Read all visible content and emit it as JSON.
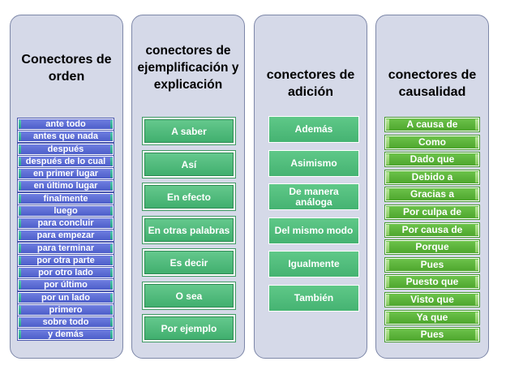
{
  "columns": [
    {
      "title": "Conectores de orden",
      "items": [
        "ante todo",
        "antes que nada",
        "después",
        "después de lo cual",
        "en primer lugar",
        "en último lugar",
        "finalmente",
        "luego",
        "para concluir",
        "para empezar",
        "para terminar",
        "por otra parte",
        "por otro lado",
        "por último",
        "por un lado",
        "primero",
        "sobre todo",
        "y demás"
      ]
    },
    {
      "title": "conectores de ejemplificación y explicación",
      "items": [
        "A saber",
        "Así",
        "En efecto",
        "En otras palabras",
        "Es decir",
        "O sea",
        "Por ejemplo"
      ]
    },
    {
      "title": "conectores de adición",
      "items": [
        "Además",
        "Asimismo",
        "De manera análoga",
        "Del mismo modo",
        "Igualmente",
        "También"
      ]
    },
    {
      "title": "conectores de causalidad",
      "items": [
        "A causa de",
        "Como",
        "Dado que",
        "Debido a",
        "Gracias a",
        "Por culpa de",
        "Por causa de",
        "Porque",
        "Pues",
        "Puesto que",
        "Visto que",
        "Ya que",
        "Pues"
      ]
    }
  ],
  "colors": {
    "panel": "#d5d9e8",
    "list_blue": "#5a6bd4",
    "box_green": "#4fb97a",
    "bar_green": "#5db53c"
  }
}
